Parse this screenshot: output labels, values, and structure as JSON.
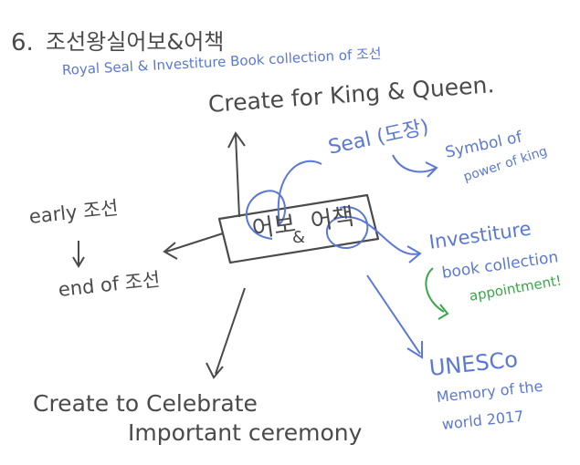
{
  "heading": {
    "number": "6.",
    "korean_title": "조선왕실어보&어책",
    "english_title": "Royal Seal & Investiture Book collection of 조선"
  },
  "top_label": "Create for King & Queen.",
  "center_box": {
    "left_text": "어보",
    "amp": "&",
    "right_text": "어책"
  },
  "left_labels": {
    "early": "early 조선",
    "down_arrow": "↓",
    "end": "end of 조선"
  },
  "bottom_label": {
    "line1": "Create to Celebrate",
    "line2": "Important ceremony"
  },
  "right_labels": {
    "seal": "Seal (도장)",
    "symbol_line1": "Symbol of",
    "symbol_line2": "power of king",
    "investiture_line1": "Investiture",
    "investiture_line2": "book collection",
    "appointment": "appointment!",
    "unesco_line1": "UNESCo",
    "unesco_line2": "Memory of the",
    "unesco_line3": "world 2017"
  },
  "colors": {
    "ink_gray": "#4a4a4a",
    "ink_blue": "#5a78d6",
    "ink_green": "#3aa64a"
  }
}
